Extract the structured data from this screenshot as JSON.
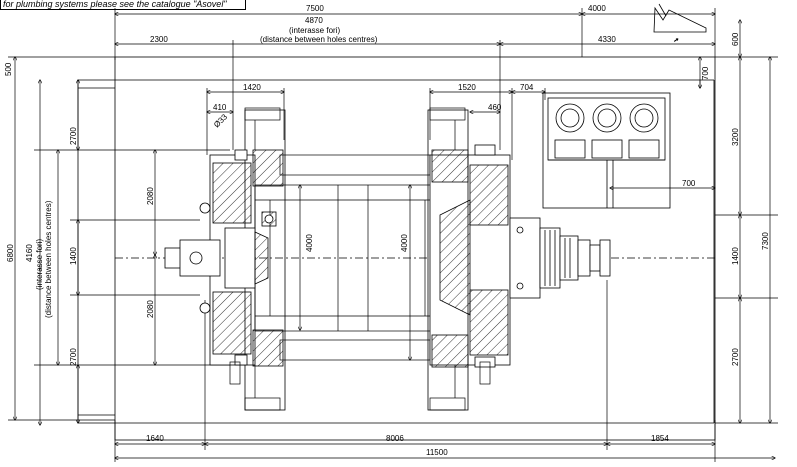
{
  "note": "for plumbing systems please see the catalogue \"Asovel\"",
  "dimensions": {
    "d7500": "7500",
    "d4000_top": "4000",
    "d4870": "4870",
    "interasse_it": "(interasse fori)",
    "holes_en": "(distance between holes centres)",
    "d2300": "2300",
    "d4330": "4330",
    "d600": "600",
    "d500": "500",
    "d1420": "1420",
    "d1520": "1520",
    "d704": "704",
    "d700_a": "700",
    "d410": "410",
    "d460": "460",
    "phi33": "Ø33",
    "d2700_top_left": "2700",
    "d3200": "3200",
    "d2080_top": "2080",
    "d700_b": "700",
    "d6800": "6800",
    "d4160": "4160",
    "interasse_it_v": "(interasse fori)",
    "holes_en_v": "(distance between holes centres)",
    "d1400_left": "1400",
    "d4000_mid_a": "4000",
    "d4000_mid_b": "4000",
    "d1400_right": "1400",
    "d7300": "7300",
    "d2080_bottom": "2080",
    "d2700_bottom_left": "2700",
    "d2700_bottom_right": "2700",
    "d1640": "1640",
    "d8006": "8006",
    "d1854": "1854",
    "d11500": "11500"
  }
}
